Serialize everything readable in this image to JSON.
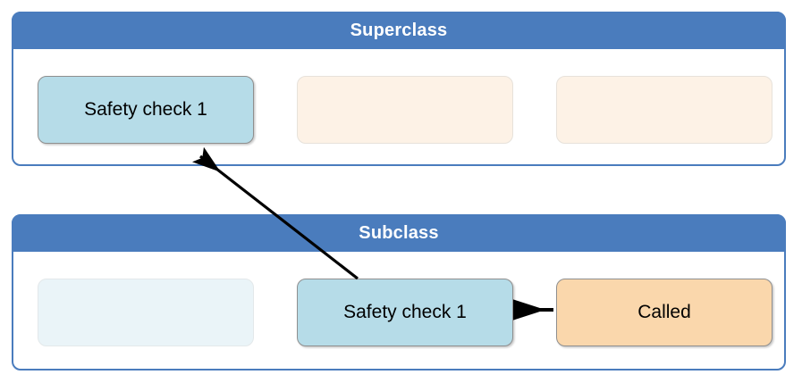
{
  "diagram": {
    "title_superclass": "Superclass",
    "title_subclass": "Subclass",
    "accent_color": "#4a7cbd",
    "highlight_color": "#b6dce8",
    "cream_color": "#fdf2e6",
    "pale_color": "#eaf4f8",
    "orange_color": "#fad7ac",
    "arrow_color": "#000000"
  },
  "superclass": {
    "header": "Superclass",
    "boxes": [
      {
        "label": "Safety check 1",
        "style": "highlight"
      },
      {
        "label": "",
        "style": "cream"
      },
      {
        "label": "",
        "style": "cream"
      }
    ]
  },
  "subclass": {
    "header": "Subclass",
    "boxes": [
      {
        "label": "",
        "style": "pale"
      },
      {
        "label": "Safety check 1",
        "style": "highlight"
      },
      {
        "label": "Called",
        "style": "orange"
      }
    ]
  },
  "arrows": [
    {
      "name": "override-arrow",
      "from": "subclass-safety-check-1",
      "to": "superclass-safety-check-1",
      "style": "diagonal-solid-arrow"
    },
    {
      "name": "call-arrow",
      "from": "called",
      "to": "subclass-safety-check-1",
      "style": "horizontal-solid-arrow"
    }
  ]
}
